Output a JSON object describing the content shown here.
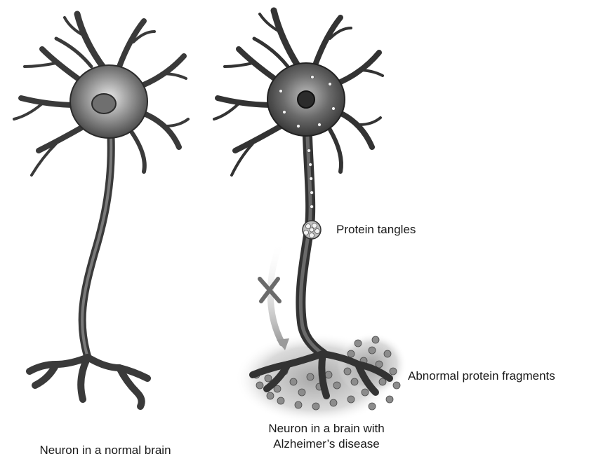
{
  "labels": {
    "protein_tangles": "Protein tangles",
    "abnormal_fragments": "Abnormal protein fragments"
  },
  "captions": {
    "normal": "Neuron in a normal brain",
    "alzheimers_line1": "Neuron in a brain with",
    "alzheimers_line2": "Alzheimer’s disease"
  },
  "colors": {
    "neuron_body": "#4a4a4a",
    "neuron_dark": "#2b2b2b",
    "nucleus": "#6f6f6f",
    "arrow": "#9a9a9a",
    "cross": "#6a6a6a",
    "fragments": "#8c8c8c"
  },
  "icons": {
    "blocked_transport": "cross-mark-icon",
    "transport_direction": "curved-arrow-icon"
  }
}
